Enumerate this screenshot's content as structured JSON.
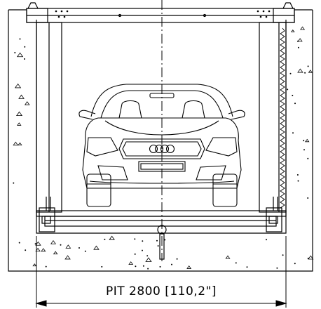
{
  "drawing": {
    "type": "technical-section-drawing",
    "subject": "car lift platform in pit, front view",
    "dimension": {
      "label": "PIT 2800 [110,2\"]"
    },
    "car_badge": "audi-four-rings"
  }
}
